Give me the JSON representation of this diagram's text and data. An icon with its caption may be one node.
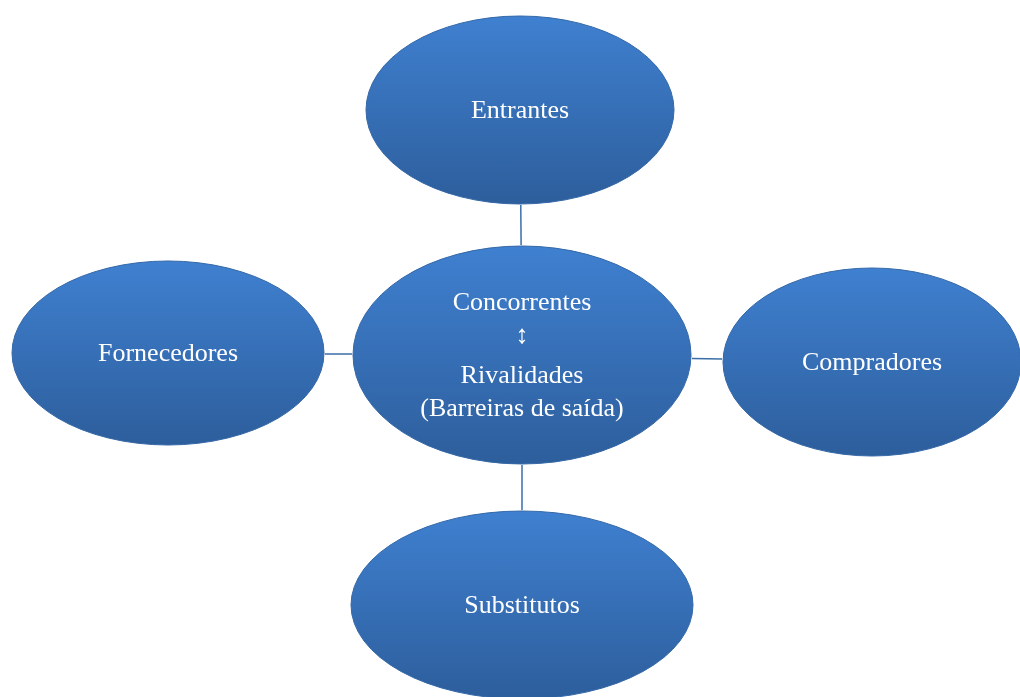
{
  "diagram": {
    "nodes": [
      {
        "text": [
          "Entrantes"
        ]
      },
      {
        "text": [
          "Fornecedores"
        ]
      },
      {
        "text": [
          "Concorrentes",
          "↕",
          "Rivalidades (Barreiras de saída)"
        ]
      },
      {
        "text": [
          "Compradores"
        ]
      },
      {
        "text": [
          "Substitutos"
        ]
      }
    ],
    "edges": [
      {
        "from": 2,
        "to": 0,
        "arrow": "none"
      },
      {
        "from": 2,
        "to": 1,
        "arrow": "none"
      },
      {
        "from": 2,
        "to": 3,
        "arrow": "none"
      },
      {
        "from": 2,
        "to": 4,
        "arrow": "none"
      }
    ]
  }
}
